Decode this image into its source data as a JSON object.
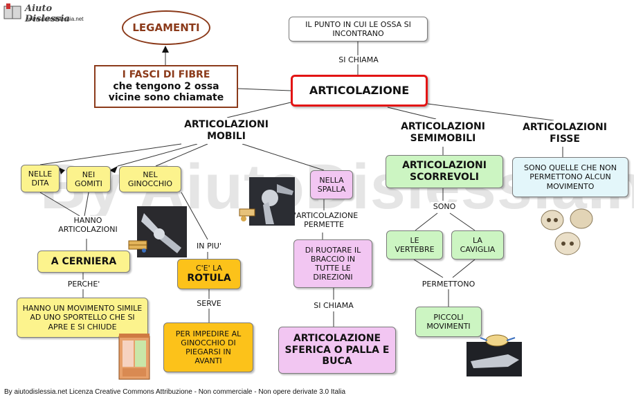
{
  "logo": {
    "title": "Aiuto Dislessia",
    "url": "www.aiutodislessia.net"
  },
  "watermark": "By AiutoDislessia.net",
  "nodes": {
    "legamenti": "LEGAMENTI",
    "fasci_line1": "I FASCI DI FIBRE",
    "fasci_line2": "che tengono 2 ossa",
    "fasci_line3": "vicine sono chiamate",
    "punto": "IL PUNTO IN CUI LE OSSA SI INCONTRANO",
    "articolazione": "ARTICOLAZIONE",
    "mobili": "ARTICOLAZIONI MOBILI",
    "semimobili": "ARTICOLAZIONI SEMIMOBILI",
    "fisse": "ARTICOLAZIONI FISSE",
    "dita": "NELLE DITA",
    "gomiti": "NEI GOMITI",
    "ginocchio": "NEL GINOCCHIO",
    "spalla": "NELLA SPALLA",
    "cerniera": "A CERNIERA",
    "movimento": "HANNO UN MOVIMENTO SIMILE AD UNO SPORTELLO CHE SI APRE E SI CHIUDE",
    "rotula_top": "C'E' LA",
    "rotula": "ROTULA",
    "impedire": "PER IMPEDIRE AL GINOCCHIO DI PIEGARSI IN AVANTI",
    "ruotare": "DI RUOTARE IL BRACCIO IN TUTTE LE DIREZIONI",
    "sferica": "ARTICOLAZIONE SFERICA O PALLA E BUCA",
    "scorrevoli": "ARTICOLAZIONI SCORREVOLI",
    "vertebre": "LE VERTEBRE",
    "caviglia": "LA CAVIGLIA",
    "piccoli": "PICCOLI MOVIMENTI",
    "sono_quelle": "SONO QUELLE CHE NON PERMETTONO ALCUN MOVIMENTO"
  },
  "labels": {
    "si_chiama_1": "SI CHIAMA",
    "hanno_articolazioni": "HANNO ARTICOLAZIONI",
    "perche": "PERCHE'",
    "in_piu": "IN PIU'",
    "serve": "SERVE",
    "permette": "L'ARTICOLAZIONE PERMETTE",
    "si_chiama_2": "SI CHIAMA",
    "sono": "SONO",
    "permettono": "PERMETTONO"
  },
  "footer": "By aiutodislessia.net Licenza Creative Commons Attribuzione - Non commerciale - Non opere derivate 3.0 Italia",
  "colors": {
    "yellow": "#fcf38d",
    "orange": "#fcc21a",
    "pink": "#f2c6f2",
    "green": "#ccf5c2",
    "light_blue": "#e3f6fa",
    "main_border": "#e31414",
    "legamenti_border": "#8b3a1a",
    "brown_text": "#8b3a1a"
  }
}
